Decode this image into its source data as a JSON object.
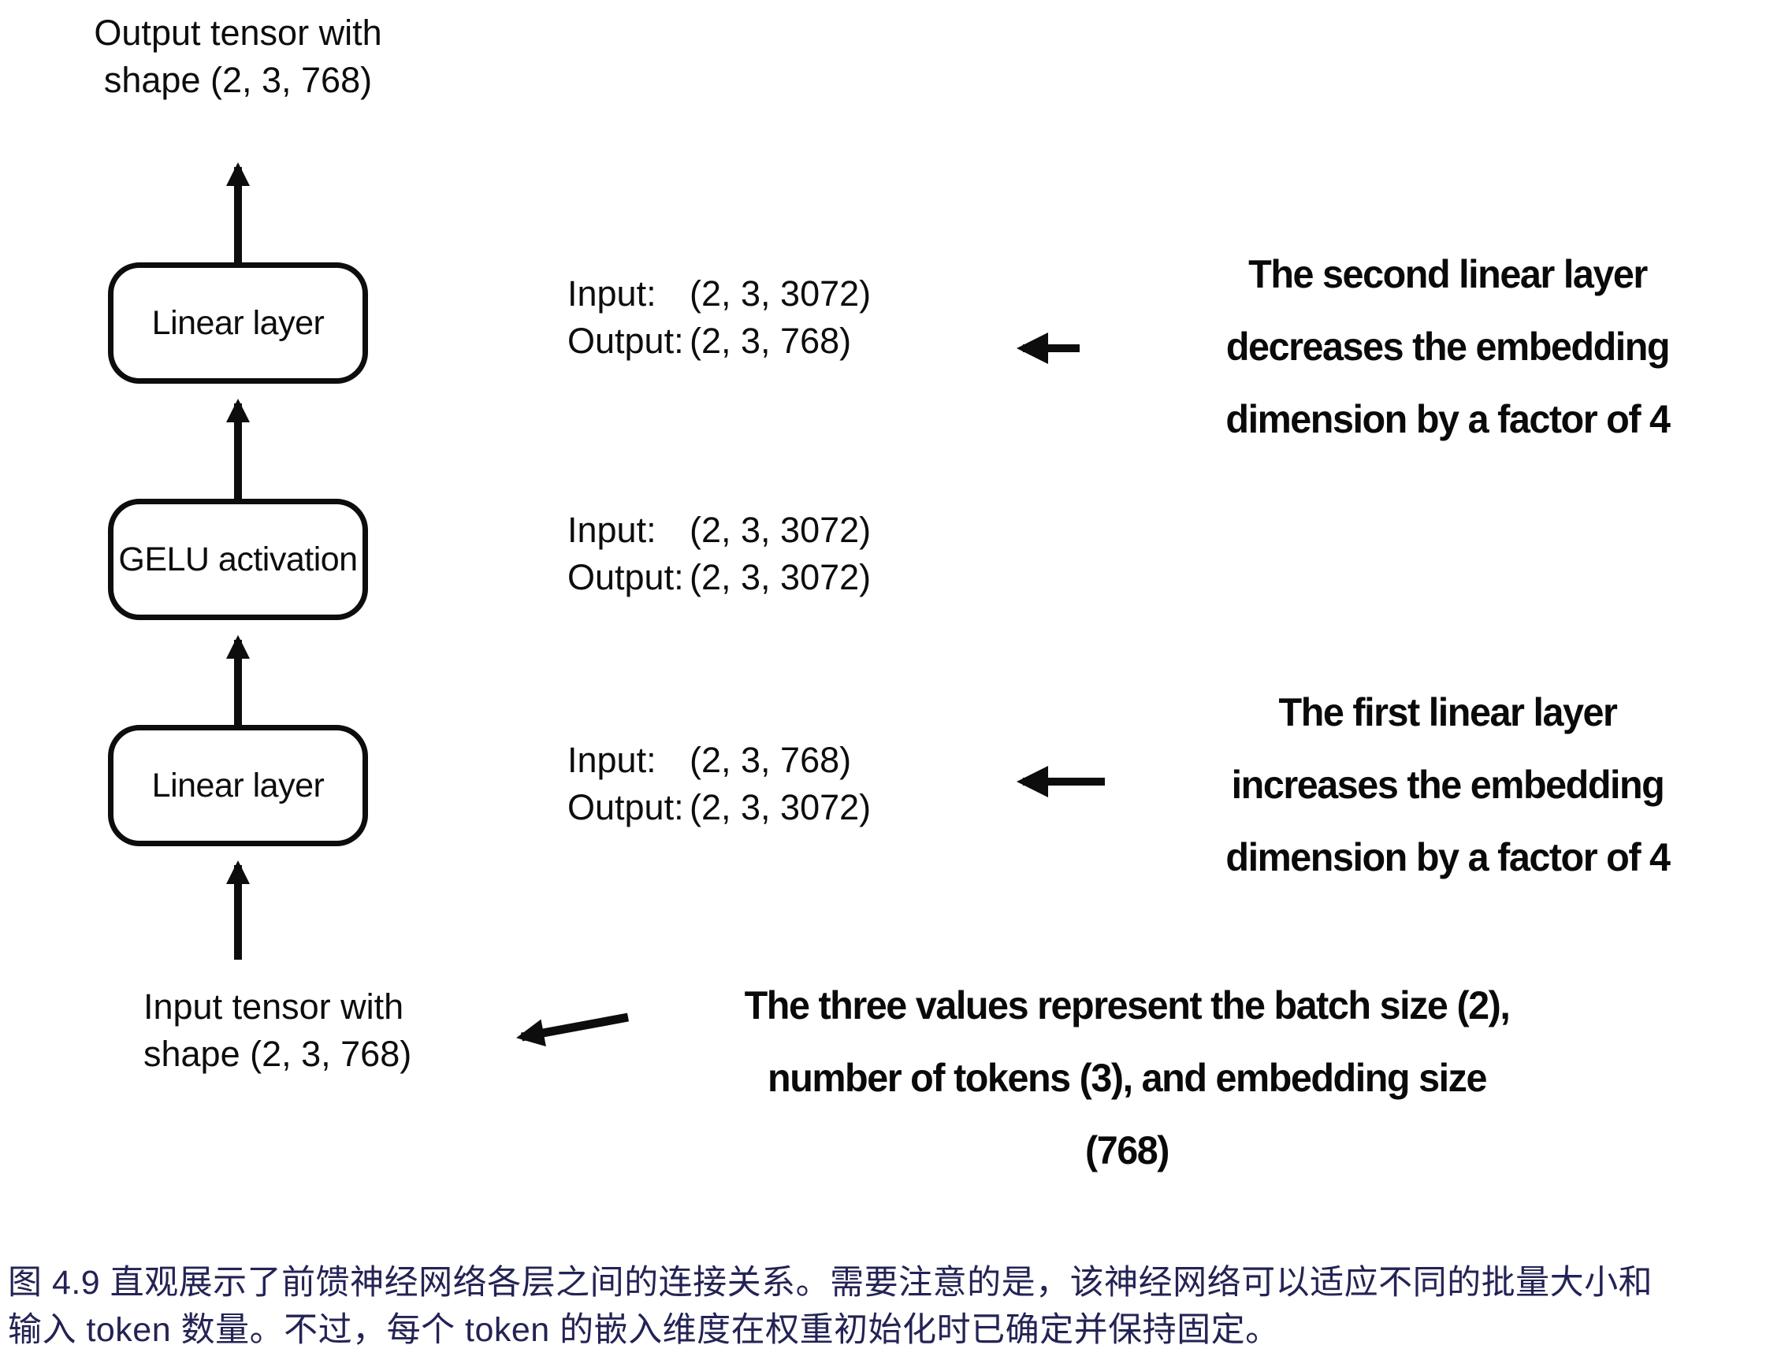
{
  "figure": {
    "top_label": {
      "lines": [
        "Output tensor with",
        "shape (2, 3, 768)"
      ]
    },
    "boxes": [
      {
        "label": "Linear layer",
        "io": {
          "input_label": "Input:",
          "input_value": "(2, 3, 3072)",
          "output_label": "Output:",
          "output_value": "(2, 3, 768)"
        }
      },
      {
        "label": "GELU activation",
        "io": {
          "input_label": "Input:",
          "input_value": "(2, 3, 3072)",
          "output_label": "Output:",
          "output_value": "(2, 3, 3072)"
        }
      },
      {
        "label": "Linear layer",
        "io": {
          "input_label": "Input:",
          "input_value": "(2, 3, 768)",
          "output_label": "Output:",
          "output_value": "(2, 3, 3072)"
        }
      }
    ],
    "bottom_label": {
      "lines": [
        "Input tensor with",
        "shape (2, 3, 768)"
      ]
    },
    "annotations": {
      "second_linear": {
        "lines": [
          "The second linear layer",
          "decreases the embedding",
          "dimension by a factor of 4"
        ]
      },
      "first_linear": {
        "lines": [
          "The first linear layer",
          "increases the embedding",
          "dimension by a factor of 4"
        ]
      },
      "tensor_shape": {
        "lines": [
          "The three values represent the batch size (2),",
          "number of tokens (3), and embedding size",
          "(768)"
        ]
      }
    }
  },
  "caption": {
    "lines": [
      "图 4.9 直观展示了前馈神经网络各层之间的连接关系。需要注意的是，该神经网络可以适应不同的批量大小和",
      "输入 token 数量。不过，每个 token 的嵌入维度在权重初始化时已确定并保持固定。"
    ]
  },
  "colors": {
    "background": "#ffffff",
    "diagram_ink": "#0d0d0d",
    "caption_text": "#232355"
  }
}
